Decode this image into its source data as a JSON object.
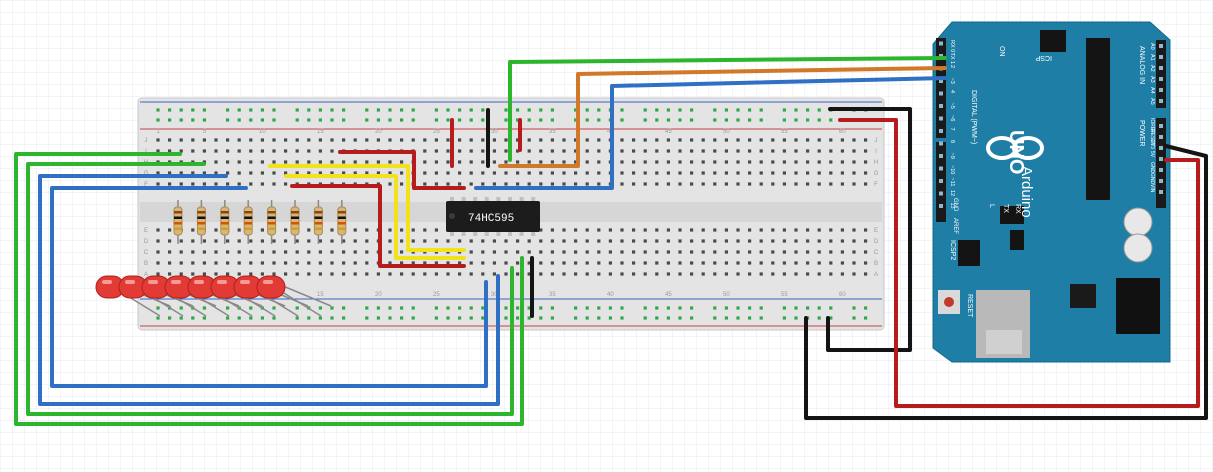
{
  "circuit": {
    "chip_label": "74HC595",
    "breadboard": {
      "column_numbers": [
        "1",
        "5",
        "10",
        "15",
        "20",
        "25",
        "30",
        "35",
        "40",
        "45",
        "50",
        "55",
        "60"
      ],
      "row_letters_top": [
        "J",
        "I",
        "H",
        "G",
        "F"
      ],
      "row_letters_bottom": [
        "E",
        "D",
        "C",
        "B",
        "A"
      ]
    },
    "arduino": {
      "model_text": "UNO",
      "brand_text": "Arduino",
      "reset_label": "RESET",
      "icsp_label": "ICSP",
      "icsp2_label": "ICSP2",
      "on_label": "ON",
      "l_label": "L",
      "tx_label": "TX",
      "rx_label": "RX",
      "digital_label": "DIGITAL (PWM~)",
      "analog_label": "ANALOG IN",
      "power_label": "POWER",
      "aref_label": "AREF",
      "gnd_label": "GND",
      "digital_pins": [
        "RX 0",
        "TX 1",
        "2",
        "~3",
        "4",
        "~5",
        "~6",
        "7",
        "8",
        "~9",
        "~10",
        "~11",
        "12",
        "13"
      ],
      "power_pins": [
        "IOREF",
        "RESET",
        "3V3",
        "5V",
        "GND",
        "GND",
        "VIN"
      ],
      "analog_pins": [
        "A0",
        "A1",
        "A2",
        "A3",
        "A4",
        "A5"
      ]
    },
    "led_count": 8,
    "resistor_count": 8,
    "colors": {
      "green": "#2db52d",
      "blue": "#2f6fc4",
      "orange": "#d2782a",
      "red": "#b71c1c",
      "black": "#141414",
      "yellow": "#f1e21c",
      "arduino_board": "#1f7ea5",
      "led": "#e23a35",
      "chip": "#1c1c1c",
      "breadboard": "#e6e6e6"
    }
  }
}
